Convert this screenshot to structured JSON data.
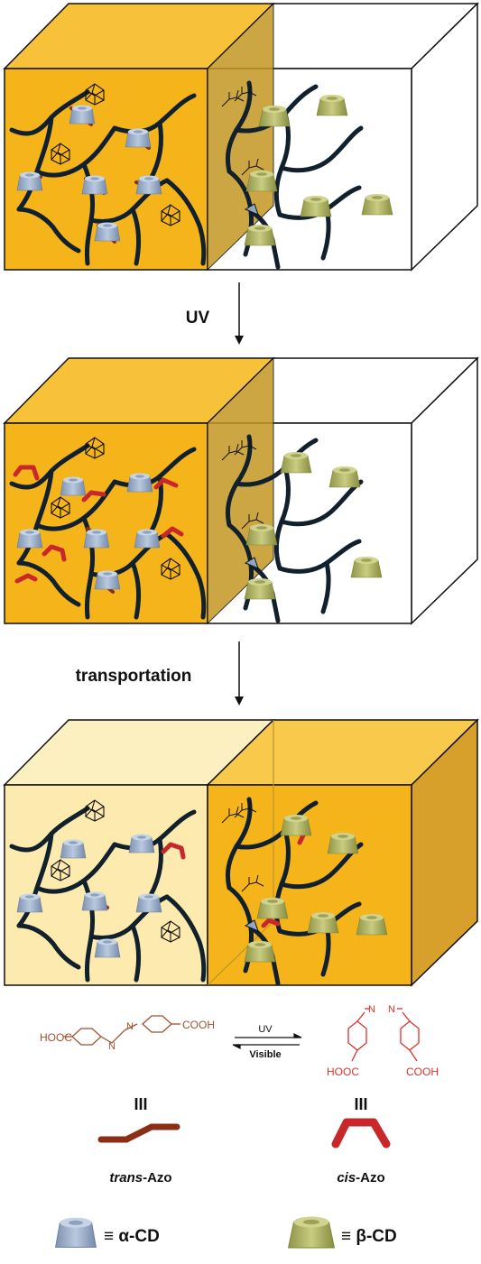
{
  "steps": {
    "uv": "UV",
    "transport": "transportation"
  },
  "scheme": {
    "trans_cooh": "COOH",
    "trans_hooc": "HOOC",
    "cis_hooc": "HOOC",
    "cis_cooh": "COOH",
    "uv": "UV",
    "visible": "Visible",
    "eq_left": "III",
    "eq_right": "III",
    "trans_prefix": "trans",
    "trans_suffix": "-Azo",
    "cis_prefix": "cis",
    "cis_suffix": "-Azo"
  },
  "legend": {
    "alpha": "≡ α-CD",
    "beta": "≡ β-CD"
  },
  "colors": {
    "gel_orange": "#f5b419",
    "gel_orange_dark": "#d6a02a",
    "gel_pale": "#fdeaae",
    "chain": "#10202c",
    "alpha_cd": "#90a8c6",
    "beta_cd": "#a9ad5e",
    "trans_azo": "#8b2e16",
    "cis_azo": "#c8282a",
    "trans_structure": "#a0522d",
    "cis_structure": "#e0302a"
  }
}
